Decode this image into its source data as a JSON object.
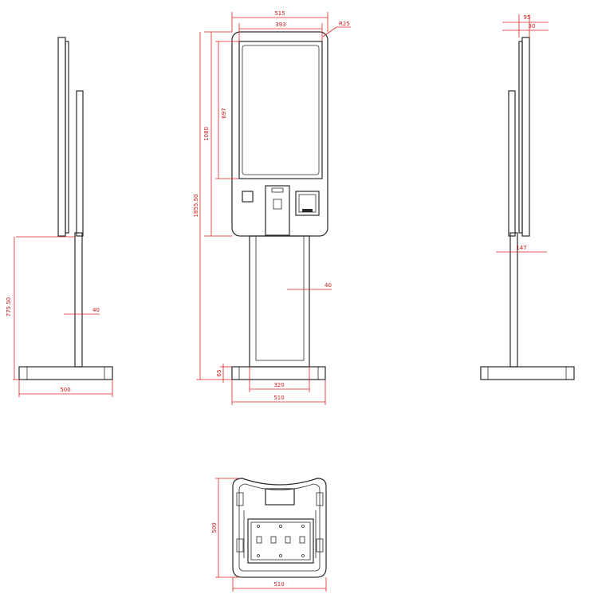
{
  "dimensions": {
    "front_width": "515",
    "front_screen_width": "393",
    "front_corner": "R25",
    "front_screen_height": "697",
    "front_panel_height": "1080",
    "front_total_height": "1855.50",
    "front_column_width": "40",
    "front_base_height": "65",
    "front_inner_width": "320",
    "front_base_width": "510",
    "side_lower_height": "775.50",
    "side_column_width": "40",
    "side_base_width": "500",
    "right_depth_top": "95",
    "right_depth_inner": "30",
    "right_depth_mid": "147",
    "bottom_depth": "500",
    "bottom_width": "510"
  },
  "colors": {
    "object_line": "#2a2a2a",
    "dimension_line": "#e02020"
  }
}
